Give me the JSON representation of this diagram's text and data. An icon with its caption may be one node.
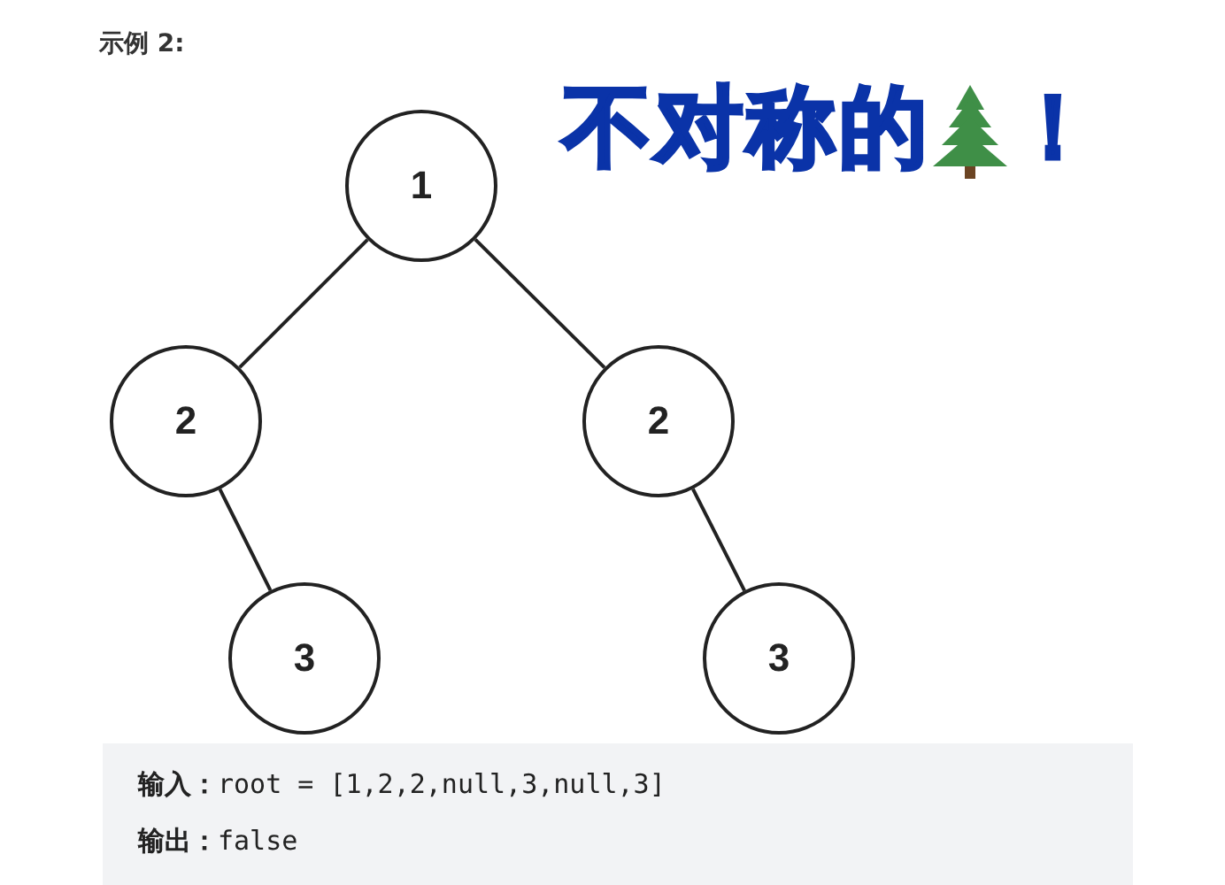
{
  "diagram": {
    "title": "不对称的！",
    "nodes": [
      {
        "text": [
          "1"
        ]
      },
      {
        "text": [
          "2"
        ]
      },
      {
        "text": [
          "2"
        ]
      },
      {
        "text": [
          "3"
        ]
      },
      {
        "text": [
          "3"
        ]
      }
    ],
    "edges": [
      {
        "from": 0,
        "to": 1,
        "arrow": "none"
      },
      {
        "from": 0,
        "to": 2,
        "arrow": "none"
      },
      {
        "from": 1,
        "to": 3,
        "arrow": "none"
      },
      {
        "from": 2,
        "to": 4,
        "arrow": "none"
      }
    ],
    "labels": [
      "示例 2:",
      "**输入：**root = [1,2,2,null,3,null,3]",
      "**输出：**false"
    ]
  }
}
